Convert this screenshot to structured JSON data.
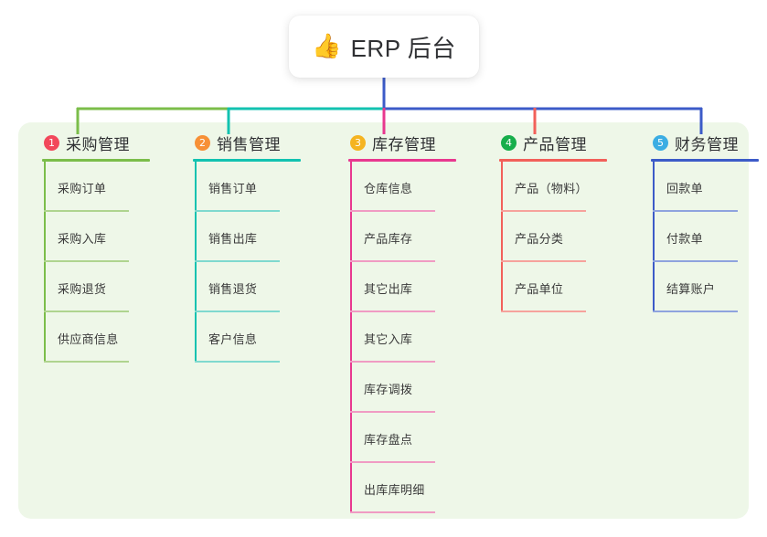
{
  "diagram": {
    "title": "ERP 后台",
    "root": {
      "icon": "thumbs-up-icon",
      "emoji": "👍",
      "label": "ERP 后台"
    },
    "panel_color": "#eef7e8",
    "background_color": "#ffffff",
    "branches": [
      {
        "number": "1",
        "label": "采购管理",
        "badge_color": "#f2485b",
        "line_color": "#7bbd4a",
        "leaf_line_color": "#afd48f",
        "items": [
          {
            "label": "采购订单"
          },
          {
            "label": "采购入库"
          },
          {
            "label": "采购退货"
          },
          {
            "label": "供应商信息"
          }
        ]
      },
      {
        "number": "2",
        "label": "销售管理",
        "badge_color": "#f79036",
        "line_color": "#12c2b0",
        "leaf_line_color": "#7fd9cf",
        "items": [
          {
            "label": "销售订单"
          },
          {
            "label": "销售出库"
          },
          {
            "label": "销售退货"
          },
          {
            "label": "客户信息"
          }
        ]
      },
      {
        "number": "3",
        "label": "库存管理",
        "badge_color": "#f5b421",
        "line_color": "#e8388f",
        "leaf_line_color": "#f09bc3",
        "items": [
          {
            "label": "仓库信息"
          },
          {
            "label": "产品库存"
          },
          {
            "label": "其它出库"
          },
          {
            "label": "其它入库"
          },
          {
            "label": "库存调拨"
          },
          {
            "label": "库存盘点"
          },
          {
            "label": "出库库明细"
          }
        ]
      },
      {
        "number": "4",
        "label": "产品管理",
        "badge_color": "#17ae4b",
        "line_color": "#f2605a",
        "leaf_line_color": "#f6a29c",
        "items": [
          {
            "label": "产品（物料）"
          },
          {
            "label": "产品分类"
          },
          {
            "label": "产品单位"
          }
        ]
      },
      {
        "number": "5",
        "label": "财务管理",
        "badge_color": "#3bade3",
        "line_color": "#3c5bc8",
        "leaf_line_color": "#8fa3de",
        "items": [
          {
            "label": "回款单"
          },
          {
            "label": "付款单"
          },
          {
            "label": "结算账户"
          }
        ]
      }
    ]
  }
}
